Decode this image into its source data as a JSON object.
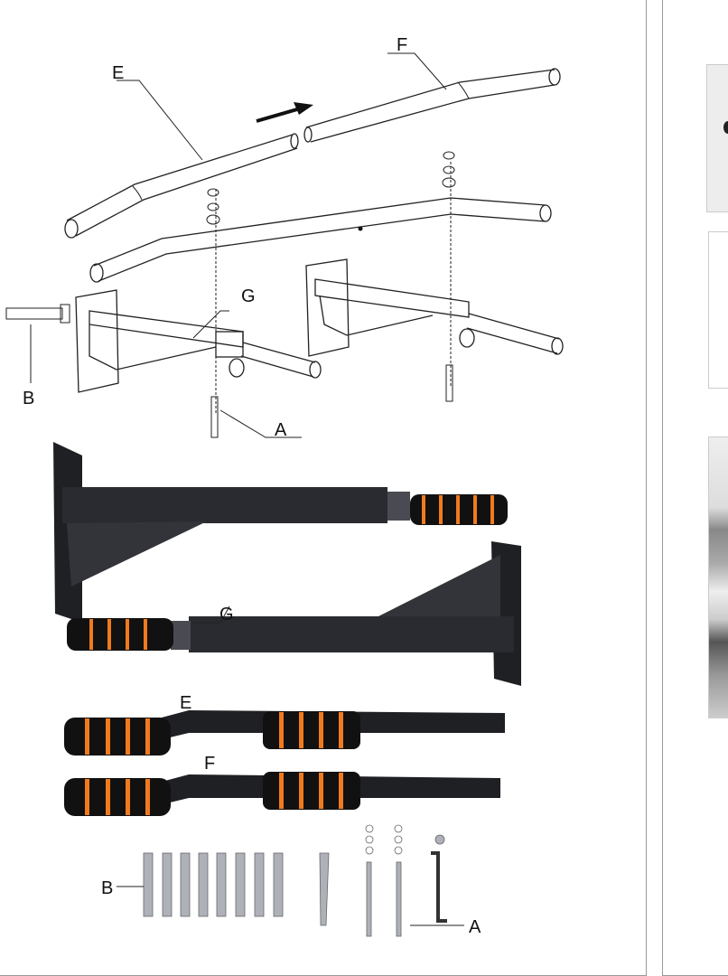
{
  "diagram": {
    "labels": {
      "E": "E",
      "F": "F",
      "G": "G",
      "B": "B",
      "A": "A"
    },
    "arrow_direction": "right"
  },
  "photo": {
    "labels": {
      "G": "G",
      "E": "E",
      "F": "F",
      "B": "B",
      "A": "A"
    },
    "colors": {
      "metal": "#1f2024",
      "foam": "#111111",
      "stripe": "#f07a1e"
    }
  }
}
